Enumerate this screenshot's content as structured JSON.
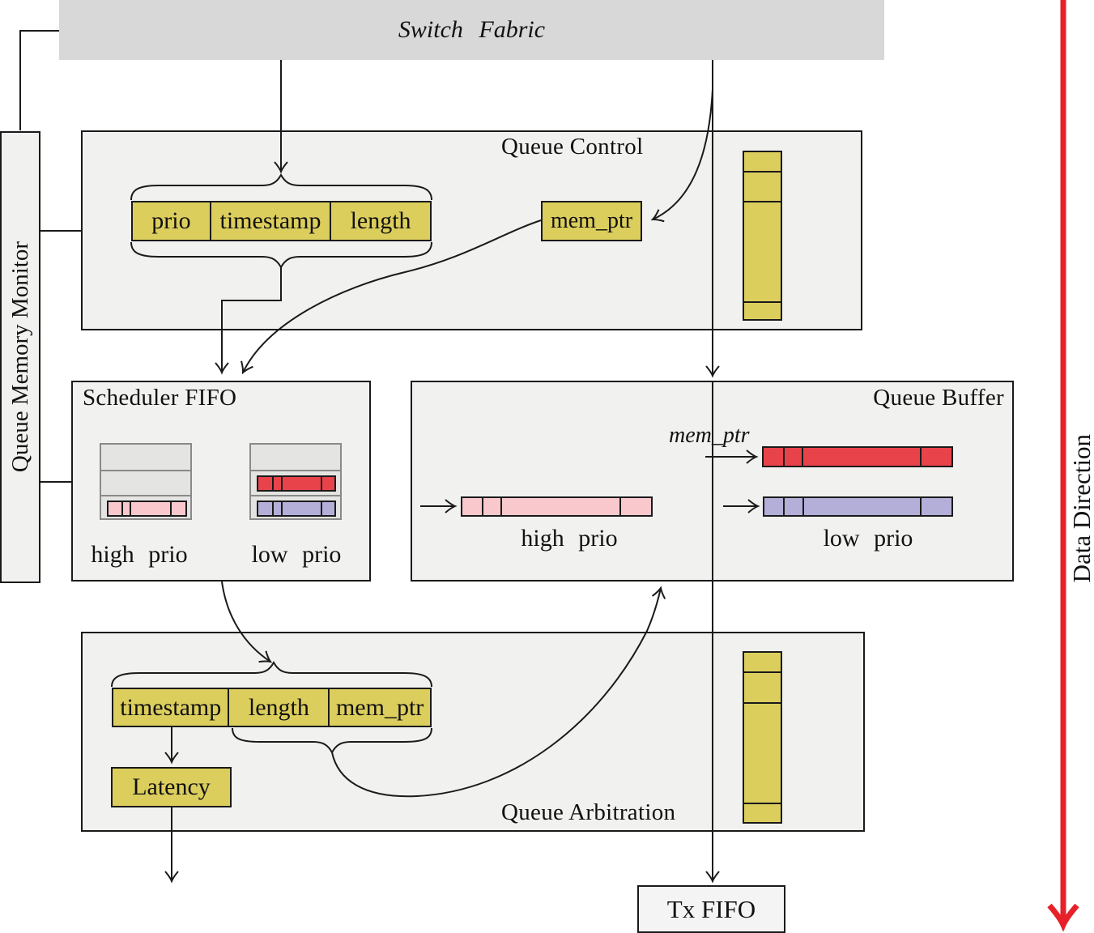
{
  "diagram": {
    "switch_fabric_label": "Switch Fabric",
    "queue_memory_monitor_label": "Queue Memory Monitor",
    "data_direction_label": "Data Direction",
    "queue_control": {
      "title": "Queue Control",
      "record": [
        "prio",
        "timestamp",
        "length"
      ],
      "mem_ptr_label": "mem_ptr"
    },
    "scheduler_fifo": {
      "title": "Scheduler FIFO",
      "high_label": "high prio",
      "low_label": "low prio"
    },
    "queue_buffer": {
      "title": "Queue Buffer",
      "mem_ptr_label": "mem_ptr",
      "high_label": "high prio",
      "low_label": "low prio"
    },
    "queue_arbitration": {
      "title": "Queue Arbitration",
      "record": [
        "timestamp",
        "length",
        "mem_ptr"
      ],
      "latency_label": "Latency"
    },
    "tx_fifo_label": "Tx FIFO",
    "colors": {
      "fabric_gray": "#d8d8d8",
      "box_fill": "#f1f1f0",
      "field_yellow": "#dcce5d",
      "high_prio_pink": "#f8c8cd",
      "packet_red": "#e8434b",
      "low_prio_purple": "#b3afd9",
      "data_direction_red": "#e62129",
      "line_black": "#1a1a1a"
    }
  }
}
